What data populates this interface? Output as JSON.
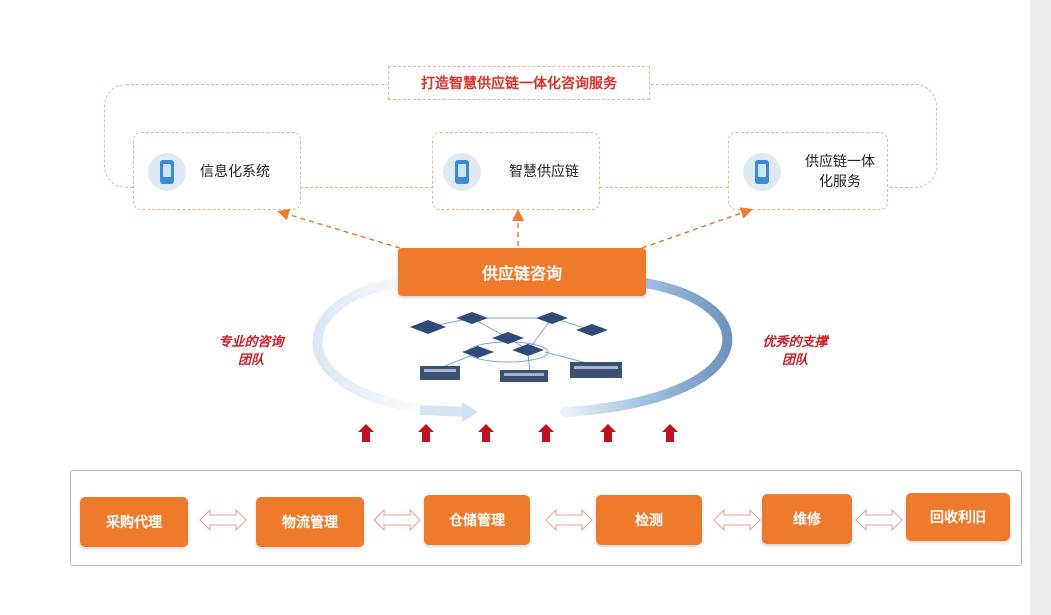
{
  "title": "打造智慧供应链一体化咨询服务",
  "cards": [
    {
      "label": "信息化系统",
      "icon": "phone-icon"
    },
    {
      "label": "智慧供应链",
      "icon": "phone-icon"
    },
    {
      "label": "供应链一体\n化服务",
      "icon": "phone-icon"
    }
  ],
  "center": {
    "label": "供应链咨询",
    "illustration": "network-diagram-icon"
  },
  "side_labels": {
    "left": "专业的咨询\n团队",
    "right": "优秀的支撑\n团队"
  },
  "process_steps": [
    "采购代理",
    "物流管理",
    "仓储管理",
    "检测",
    "维修",
    "回收利旧"
  ],
  "colors": {
    "accent_orange": "#ee7b2c",
    "title_red": "#d8322b",
    "arrow_red": "#c0101e",
    "dash_border": "#f2b48a",
    "ring_blue": "#a9c6e6"
  }
}
